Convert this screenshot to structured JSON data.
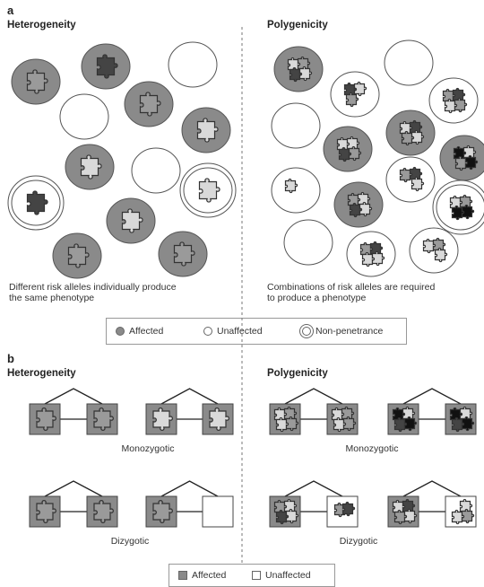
{
  "panel_a": {
    "letter": "a",
    "left_title": "Heterogeneity",
    "right_title": "Polygenicity",
    "left_caption_1": "Different risk alleles individually produce",
    "left_caption_2": "the same phenotype",
    "right_caption_1": "Combinations of risk alleles are required",
    "right_caption_2": "to produce a phenotype",
    "legend": {
      "affected": "Affected",
      "unaffected": "Unaffected",
      "non_penetrance": "Non-penetrance"
    }
  },
  "panel_b": {
    "letter": "b",
    "left_title": "Heterogeneity",
    "right_title": "Polygenicity",
    "left_mz": "Monozygotic",
    "left_dz": "Dizygotic",
    "right_mz": "Monozygotic",
    "right_dz": "Dizygotic",
    "legend": {
      "affected": "Affected",
      "unaffected": "Unaffected"
    }
  },
  "colors": {
    "affected": "#8a8a8a",
    "unaffected": "#ffffff",
    "piece_light": "#d9d9d9",
    "piece_mid": "#9a9a9a",
    "piece_dark": "#444444",
    "piece_black": "#111111"
  }
}
